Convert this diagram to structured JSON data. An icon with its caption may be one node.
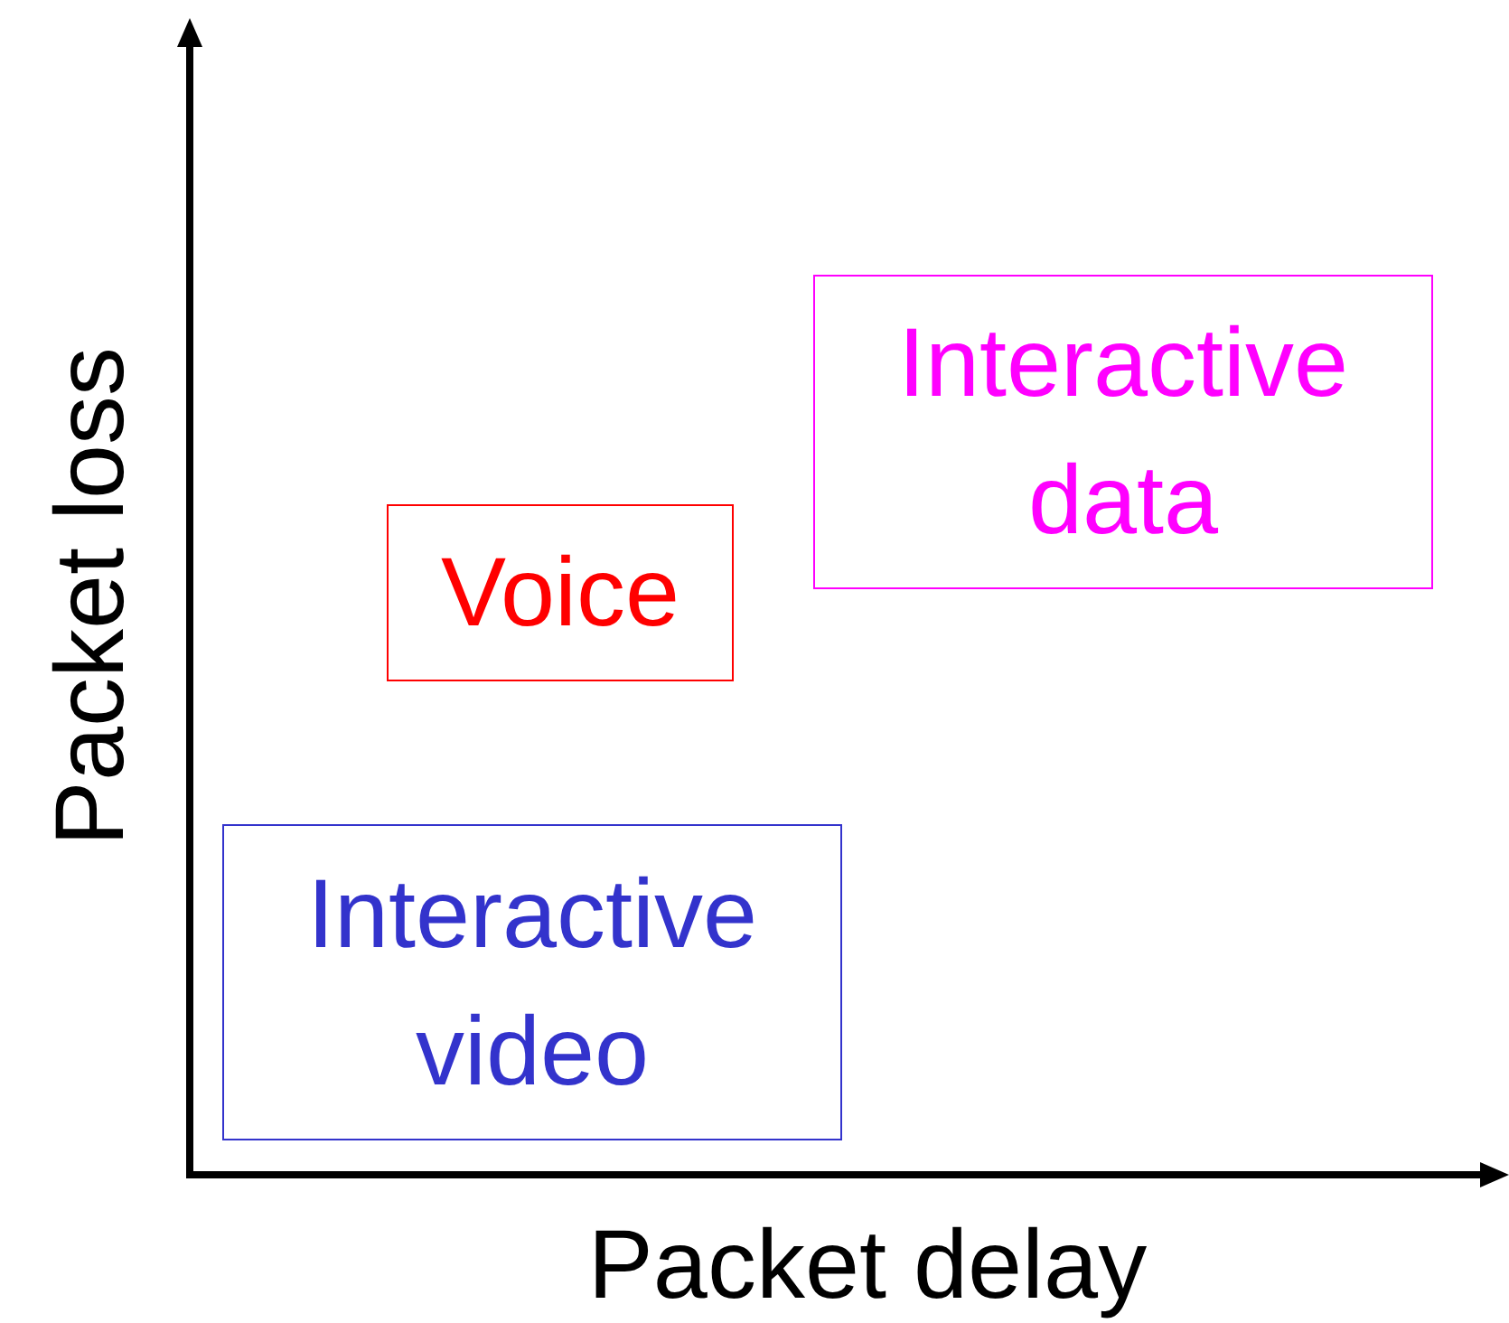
{
  "diagram": {
    "nodes": [
      {
        "text": [
          "Interactive data"
        ]
      },
      {
        "text": [
          "Voice"
        ]
      },
      {
        "text": [
          "Interactive video"
        ]
      }
    ],
    "labels": [
      "Packet loss",
      "Packet delay"
    ]
  }
}
